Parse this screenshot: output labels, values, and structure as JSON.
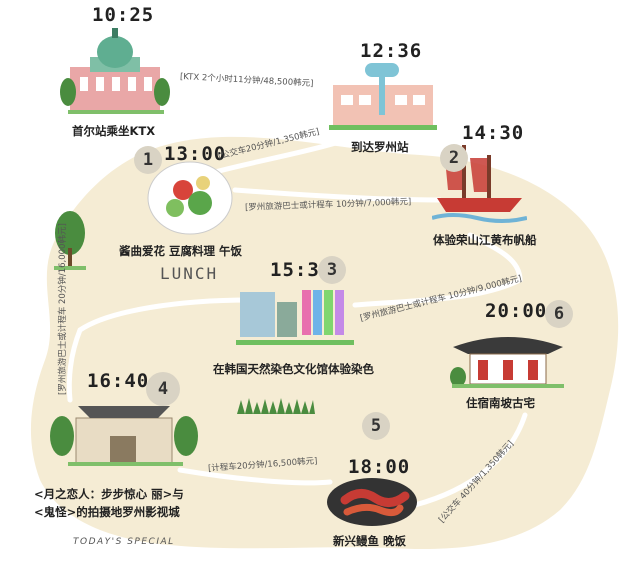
{
  "stops": {
    "seoul": {
      "time": "10:25",
      "label": "首尔站乘坐KTX"
    },
    "arrive": {
      "time": "12:36",
      "label": "到达罗州站"
    },
    "lunch": {
      "time": "13:00",
      "label": "酱曲爱花 豆腐料理 午饭",
      "number": "1"
    },
    "boat": {
      "time": "14:30",
      "label": "体验荣山江黄布帆船",
      "number": "2"
    },
    "dye": {
      "time": "15:30",
      "label": "在韩国天然染色文化馆体验染色",
      "number": "3"
    },
    "film": {
      "time": "16:40",
      "label_line1": "<月之恋人：步步惊心 丽>与",
      "label_line2": "<鬼怪>的拍摄地罗州影视城",
      "number": "4"
    },
    "dinner": {
      "time": "18:00",
      "label": "新兴鳗鱼 晚饭",
      "number": "5"
    },
    "stay": {
      "time": "20:00",
      "label": "住宿南坡古宅",
      "number": "6"
    }
  },
  "routes": {
    "ktx": "[KTX 2个小时11分钟/48,500韩元]",
    "bus1": "[公交车20分钟/1,350韩元]",
    "tour1": "[罗州旅游巴士或计程车 10分钟/7,000韩元]",
    "tour2": "[罗州旅游巴士或计程车 10分钟/9,000韩元]",
    "tour3": "[罗州旅游巴士或计程车 20分钟/16,000韩元]",
    "taxi": "[计程车20分钟/16,500韩元]",
    "bus2": "[公交车 40分钟/1,350韩元]"
  },
  "decor": {
    "lunch_text": "LUNCH",
    "special_text": "TODAY'S SPECIAL"
  },
  "colors": {
    "map": "#f5ecd4",
    "path": "#ffffff",
    "badge": "#d9d3c4",
    "accent_red": "#c73b34",
    "green": "#4a8c3f"
  }
}
